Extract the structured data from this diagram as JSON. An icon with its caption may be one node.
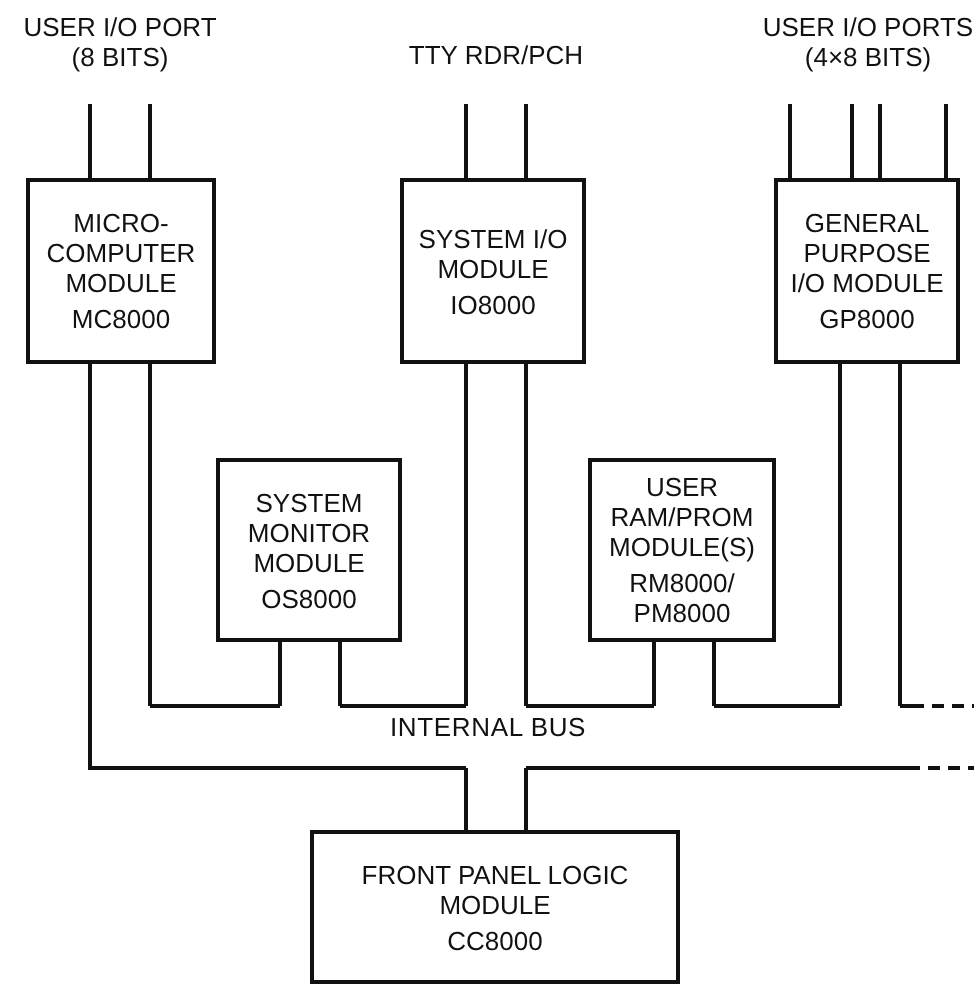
{
  "diagram": {
    "nodes": [
      {
        "text": [
          "USER I/O PORT (8 BITS)"
        ]
      },
      {
        "text": [
          "TTY RDR/PCH"
        ]
      },
      {
        "text": [
          "USER I/O PORTS (4×8 BITS)"
        ]
      },
      {
        "text": [
          "MICRO-COMPUTER MODULE",
          "MC8000"
        ]
      },
      {
        "text": [
          "SYSTEM I/O MODULE",
          "IO8000"
        ]
      },
      {
        "text": [
          "GENERAL PURPOSE I/O MODULE",
          "GP8000"
        ]
      },
      {
        "text": [
          "SYSTEM MONITOR MODULE",
          "OS8000"
        ]
      },
      {
        "text": [
          "USER RAM/PROM MODULE(S)",
          "RM8000/ PM8000"
        ]
      },
      {
        "text": [
          "INTERNAL BUS"
        ]
      },
      {
        "text": [
          "FRONT PANEL LOGIC MODULE",
          "CC8000"
        ]
      }
    ],
    "edges": [
      {
        "from": 0,
        "to": 3,
        "arrow": "none"
      },
      {
        "from": 1,
        "to": 4,
        "arrow": "none"
      },
      {
        "from": 2,
        "to": 5,
        "arrow": "none"
      },
      {
        "from": 3,
        "to": 8,
        "arrow": "none"
      },
      {
        "from": 6,
        "to": 8,
        "arrow": "none"
      },
      {
        "from": 4,
        "to": 8,
        "arrow": "none"
      },
      {
        "from": 7,
        "to": 8,
        "arrow": "none"
      },
      {
        "from": 5,
        "to": 8,
        "arrow": "none"
      },
      {
        "from": 8,
        "to": 9,
        "arrow": "none"
      }
    ]
  }
}
